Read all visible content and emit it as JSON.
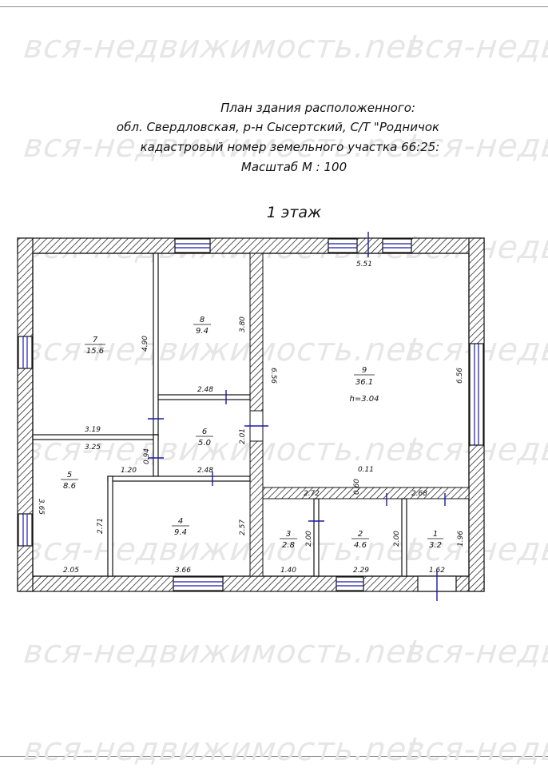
{
  "watermark": "вся-недвижимость.net",
  "header": {
    "line1": "План здания расположенного:",
    "line2": "обл. Свердловская, р-н Сысертский, С/Т \"Родничок",
    "line3": "кадастровый номер земельного участка 66:25:",
    "line4": "Масштаб М : 100"
  },
  "floor_title": "1 этаж",
  "rooms": [
    {
      "num": "7",
      "area": "15.6"
    },
    {
      "num": "8",
      "area": "9.4"
    },
    {
      "num": "9",
      "area": "36.1",
      "height": "h=3.04"
    },
    {
      "num": "6",
      "area": "5.0"
    },
    {
      "num": "5",
      "area": "8.6"
    },
    {
      "num": "4",
      "area": "9.4"
    },
    {
      "num": "3",
      "area": "2.8"
    },
    {
      "num": "2",
      "area": "4.6"
    },
    {
      "num": "1",
      "area": "3.2"
    }
  ],
  "dimensions": [
    "5.51",
    "4.90",
    "3.80",
    "6.56",
    "6.56",
    "3.19",
    "3.25",
    "2.48",
    "2.01",
    "0.11",
    "2.48",
    "1.20",
    "0.94",
    "2.72",
    "0.60",
    "2.68",
    "3.65",
    "2.71",
    "2.57",
    "2.00",
    "2.00",
    "1.96",
    "2.05",
    "3.66",
    "1.40",
    "2.29",
    "1.62"
  ]
}
